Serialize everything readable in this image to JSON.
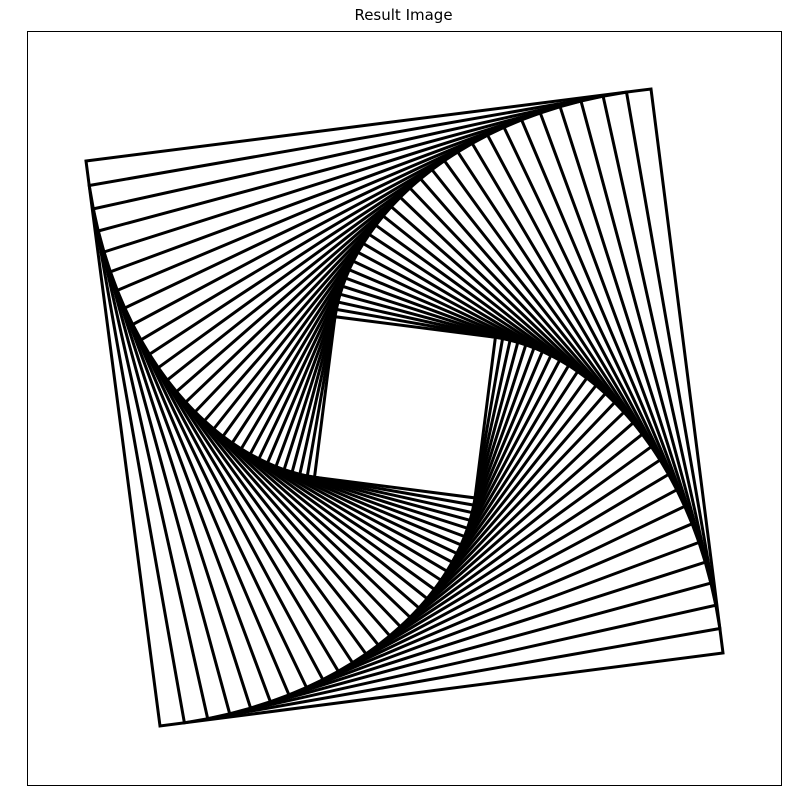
{
  "figure": {
    "title": "Result Image"
  },
  "drawing": {
    "shape": "nested rotated squares (whirl of squares)",
    "square_count": 30,
    "rotation_direction": "counter-clockwise",
    "outer_square_tilt_deg": 8,
    "stroke_color": "#000000",
    "background_color": "#ffffff"
  }
}
